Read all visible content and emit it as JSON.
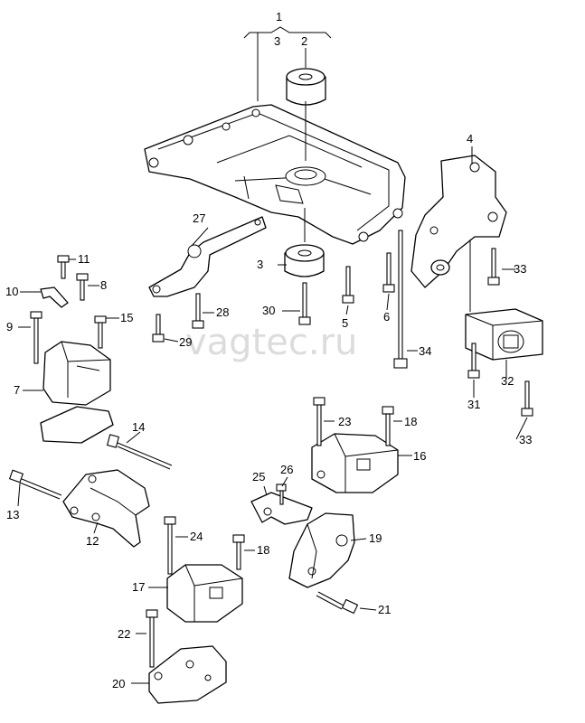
{
  "watermark": "vagtec.ru",
  "callouts": {
    "c1": "1",
    "c2": "2",
    "c3a": "3",
    "c3b": "3",
    "c4": "4",
    "c5": "5",
    "c6": "6",
    "c7": "7",
    "c8": "8",
    "c9": "9",
    "c10": "10",
    "c11": "11",
    "c12": "12",
    "c13": "13",
    "c14": "14",
    "c15": "15",
    "c16": "16",
    "c17": "17",
    "c18a": "18",
    "c18b": "18",
    "c19": "19",
    "c20": "20",
    "c21": "21",
    "c22": "22",
    "c23": "23",
    "c24": "24",
    "c25": "25",
    "c26": "26",
    "c27": "27",
    "c28": "28",
    "c29": "29",
    "c30": "30",
    "c31": "31",
    "c32": "32",
    "c33a": "33",
    "c33b": "33",
    "c34": "34"
  }
}
